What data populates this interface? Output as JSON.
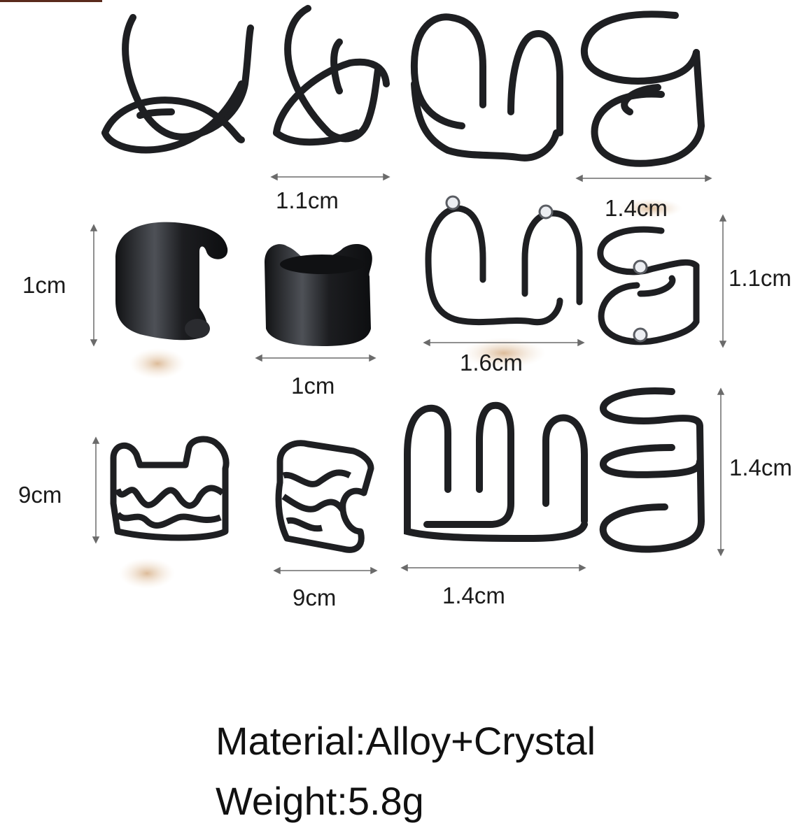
{
  "colors": {
    "metal": "#1e1f22",
    "metal_highlight": "#5c5f66",
    "dimension_line": "#6b6b6b",
    "skin_tone": "#e6c8a6"
  },
  "dimensions": {
    "row1_width_a": "1.1cm",
    "row1_width_b": "1.4cm",
    "row2_height_left": "1cm",
    "row2_width_a": "1cm",
    "row2_width_b": "1.6cm",
    "row2_height_right": "1.1cm",
    "row3_height_left": "9cm",
    "row3_width_a": "9cm",
    "row3_width_b": "1.4cm",
    "row3_height_right": "1.4cm"
  },
  "specs": {
    "material": "Material:Alloy+Crystal",
    "weight": "Weight:5.8g"
  }
}
